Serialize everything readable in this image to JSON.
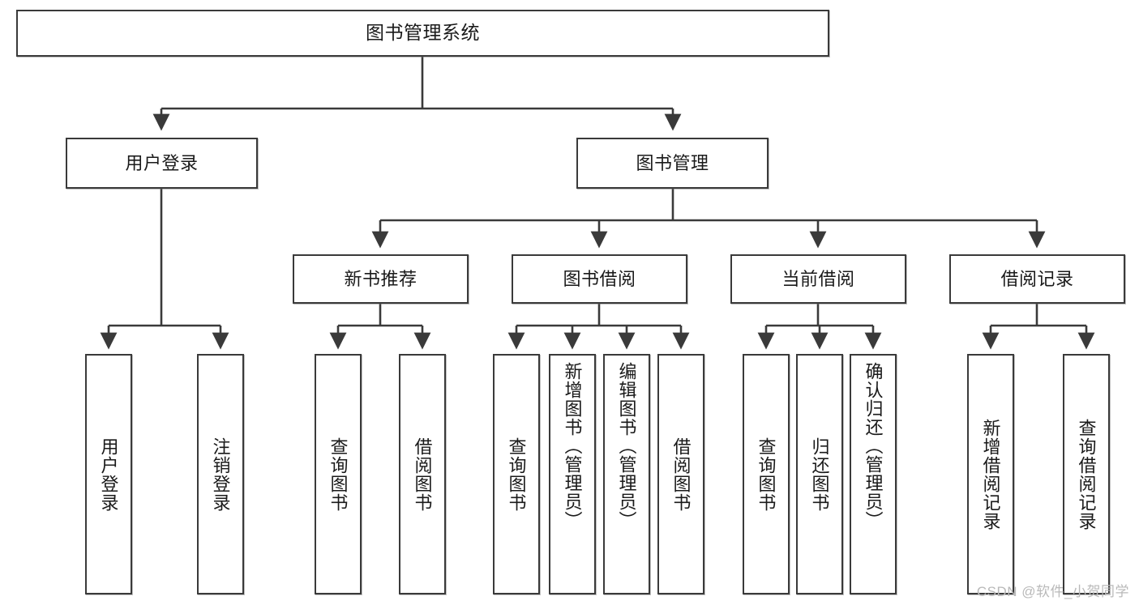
{
  "diagram": {
    "title": "图书管理系统",
    "type": "tree",
    "line_color": "#3a3a3a",
    "box_fill": "#ffffff",
    "text_color": "#1a1a1a",
    "nodes": {
      "root": {
        "label": "图书管理系统",
        "level": 0
      },
      "l1": [
        {
          "id": "user_login",
          "label": "用户登录"
        },
        {
          "id": "book_manage",
          "label": "图书管理"
        }
      ],
      "l2": [
        {
          "id": "new_book_rec",
          "label": "新书推荐",
          "parent": "book_manage"
        },
        {
          "id": "book_borrow",
          "label": "图书借阅",
          "parent": "book_manage"
        },
        {
          "id": "current_borrow",
          "label": "当前借阅",
          "parent": "book_manage"
        },
        {
          "id": "borrow_record",
          "label": "借阅记录",
          "parent": "book_manage"
        }
      ],
      "leaves": [
        {
          "id": "leaf_user_login",
          "label": "用户登录",
          "parent": "user_login"
        },
        {
          "id": "leaf_user_logout",
          "label": "注销登录",
          "parent": "user_login"
        },
        {
          "id": "leaf_query_book_1",
          "label": "查询图书",
          "parent": "new_book_rec"
        },
        {
          "id": "leaf_borrow_book_1",
          "label": "借阅图书",
          "parent": "new_book_rec"
        },
        {
          "id": "leaf_query_book_2",
          "label": "查询图书",
          "parent": "book_borrow"
        },
        {
          "id": "leaf_add_book",
          "label": "新增图书（管理员）",
          "parent": "book_borrow"
        },
        {
          "id": "leaf_edit_book",
          "label": "编辑图书（管理员）",
          "parent": "book_borrow"
        },
        {
          "id": "leaf_borrow_book_2",
          "label": "借阅图书",
          "parent": "book_borrow"
        },
        {
          "id": "leaf_query_book_3",
          "label": "查询图书",
          "parent": "current_borrow"
        },
        {
          "id": "leaf_return_book",
          "label": "归还图书",
          "parent": "current_borrow"
        },
        {
          "id": "leaf_confirm_return",
          "label": "确认归还（管理员）",
          "parent": "current_borrow"
        },
        {
          "id": "leaf_add_record",
          "label": "新增借阅记录",
          "parent": "borrow_record"
        },
        {
          "id": "leaf_query_record",
          "label": "查询借阅记录",
          "parent": "borrow_record"
        }
      ]
    }
  },
  "watermark": {
    "text": "CSDN @软件_小贺同学"
  }
}
